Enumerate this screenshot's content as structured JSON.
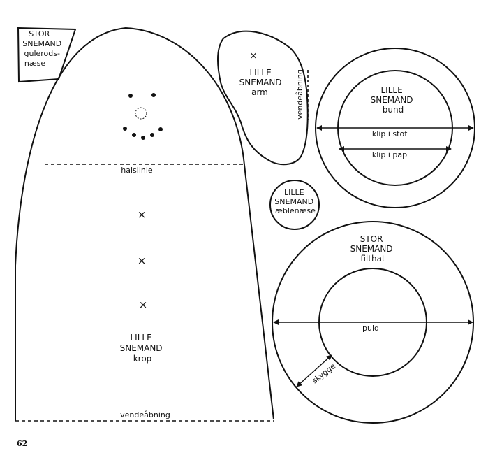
{
  "pieces": {
    "carrot_nose": {
      "label_lines": [
        "STOR",
        "SNEMAND",
        "gulerods-",
        "næse"
      ]
    },
    "body": {
      "label_lines": [
        "LILLE",
        "SNEMAND",
        "krop"
      ],
      "neck_line": "halslinie",
      "turn_opening": "vendeåbning",
      "marks": [
        "×",
        "×",
        "×"
      ]
    },
    "arm": {
      "label_lines": [
        "LILLE",
        "SNEMAND",
        "arm"
      ],
      "turn_opening": "vendeåbning",
      "mark": "×"
    },
    "base": {
      "label_lines": [
        "LILLE",
        "SNEMAND",
        "bund"
      ],
      "cut_fabric": "klip i stof",
      "cut_cardboard": "klip i pap"
    },
    "apple_nose": {
      "label_lines": [
        "LILLE",
        "SNEMAND",
        "æblenæse"
      ]
    },
    "felt_hat": {
      "label_lines": [
        "STOR",
        "SNEMAND",
        "filthat"
      ],
      "crown": "puld",
      "brim": "skygge"
    }
  },
  "page_number": "62"
}
